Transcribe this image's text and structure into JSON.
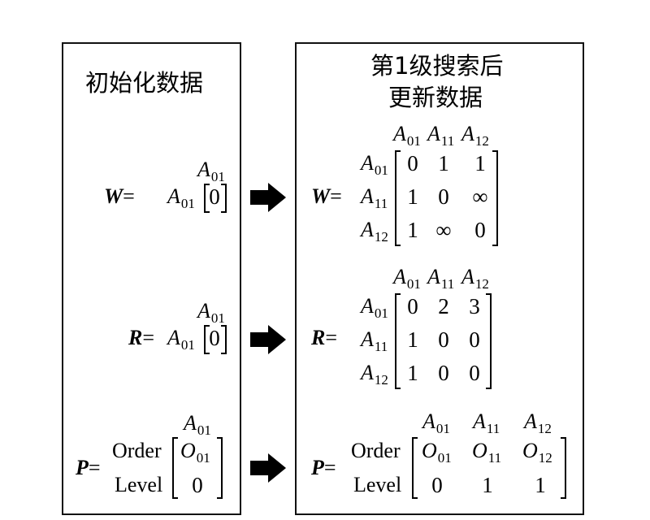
{
  "left_panel": {
    "title": "初始化数据",
    "W": {
      "symbol": "W",
      "equals": "=",
      "row_labels": [
        "A01"
      ],
      "col_labels": [
        "A01"
      ],
      "values": [
        [
          "0"
        ]
      ]
    },
    "R": {
      "symbol": "R",
      "equals": "=",
      "row_labels": [
        "A01"
      ],
      "col_labels": [
        "A01"
      ],
      "values": [
        [
          "0"
        ]
      ]
    },
    "P": {
      "symbol": "P",
      "equals": "=",
      "row_labels": [
        "Order",
        "Level"
      ],
      "col_labels": [
        "A01"
      ],
      "values": [
        [
          "O01"
        ],
        [
          "0"
        ]
      ]
    }
  },
  "right_panel": {
    "title_line1": "第1级搜索后",
    "title_line2": "更新数据",
    "W": {
      "symbol": "W",
      "equals": "=",
      "row_labels": [
        "A01",
        "A11",
        "A12"
      ],
      "col_labels": [
        "A01",
        "A11",
        "A12"
      ],
      "values": [
        [
          "0",
          "1",
          "1"
        ],
        [
          "1",
          "0",
          "∞"
        ],
        [
          "1",
          "∞",
          "0"
        ]
      ]
    },
    "R": {
      "symbol": "R",
      "equals": "=",
      "row_labels": [
        "A01",
        "A11",
        "A12"
      ],
      "col_labels": [
        "A01",
        "A11",
        "A12"
      ],
      "values": [
        [
          "0",
          "2",
          "3"
        ],
        [
          "1",
          "0",
          "0"
        ],
        [
          "1",
          "0",
          "0"
        ]
      ]
    },
    "P": {
      "symbol": "P",
      "equals": "=",
      "row_labels": [
        "Order",
        "Level"
      ],
      "col_labels": [
        "A01",
        "A11",
        "A12"
      ],
      "values": [
        [
          "O01",
          "O11",
          "O12"
        ],
        [
          "0",
          "1",
          "1"
        ]
      ]
    }
  },
  "arrows": [
    "right-arrow",
    "right-arrow",
    "right-arrow"
  ]
}
